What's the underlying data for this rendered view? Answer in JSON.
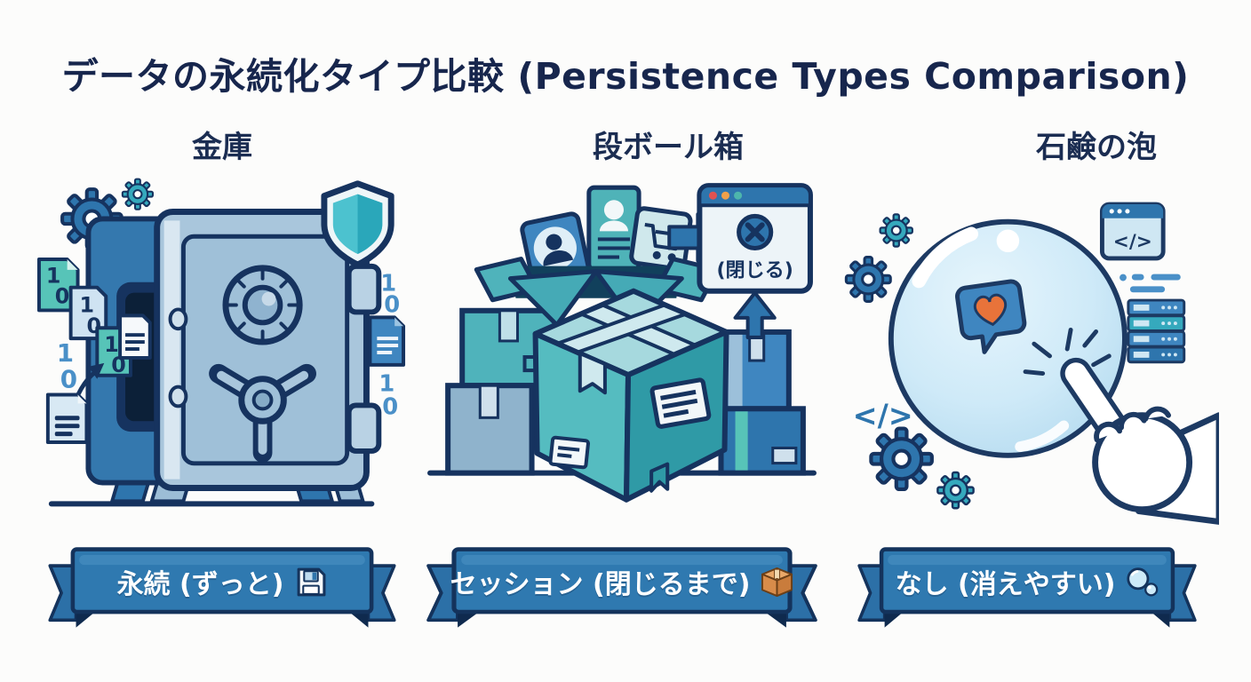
{
  "title": "データの永続化タイプ比較 (Persistence Types Comparison)",
  "columns": [
    {
      "header": "金庫",
      "banner_label": "永続 (ずっと)",
      "banner_icon": "floppy-disk"
    },
    {
      "header": "段ボール箱",
      "banner_label": "セッション (閉じるまで)",
      "banner_icon": "cardboard-box"
    },
    {
      "header": "石鹸の泡",
      "banner_label": "なし (消えやすい)",
      "banner_icon": "soap-bubbles"
    }
  ],
  "safe": {
    "digit_one": "1",
    "digit_zero": "0"
  },
  "boxes": {
    "close_label": "(閉じる)"
  },
  "bubble": {
    "code_symbol": "</>"
  },
  "colors": {
    "navy": "#16335f",
    "steel_blue": "#2f79b0",
    "teal": "#45b5c0",
    "bubble_blue": "#cdeaf8",
    "heart_orange": "#e8733a"
  }
}
